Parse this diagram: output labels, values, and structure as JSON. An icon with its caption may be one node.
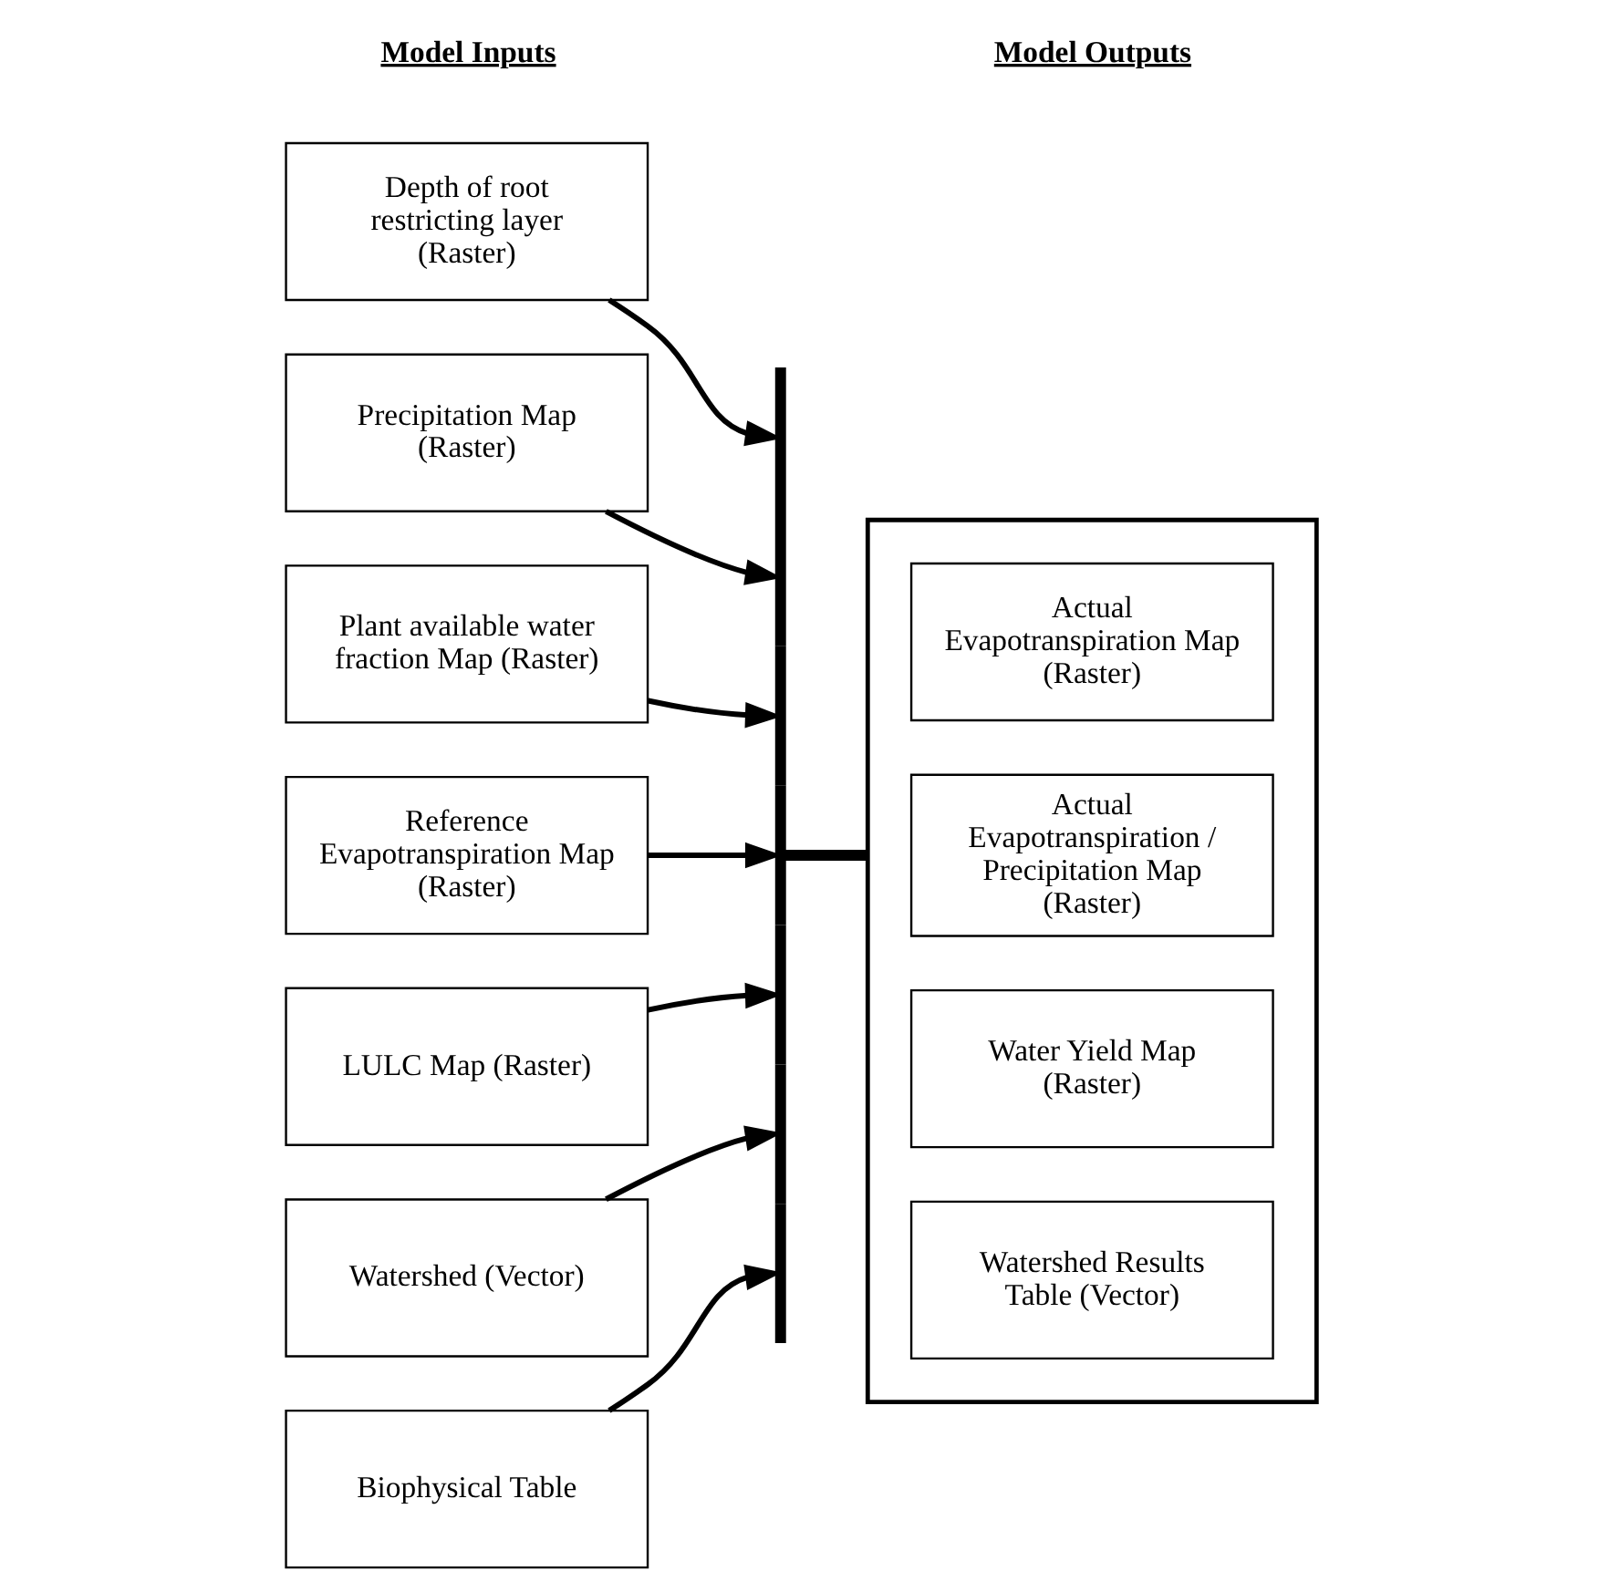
{
  "diagram": {
    "nodes": [
      {
        "text": [
          "Depth of root restricting layer (Raster)"
        ]
      },
      {
        "text": [
          "Precipitation Map (Raster)"
        ]
      },
      {
        "text": [
          "Plant available water fraction Map (Raster)"
        ]
      },
      {
        "text": [
          "Reference Evapotranspiration Map (Raster)"
        ]
      },
      {
        "text": [
          "LULC Map (Raster)"
        ]
      },
      {
        "text": [
          "Watershed (Vector)"
        ]
      },
      {
        "text": [
          "Biophysical Table"
        ]
      },
      {
        "text": [],
        "shape": "bar"
      },
      {
        "text": [],
        "shape": "box"
      },
      {
        "text": [
          "Actual Evapotranspiration Map (Raster)"
        ],
        "in": 8
      },
      {
        "text": [
          "Actual Evapotranspiration / Precipitation Map (Raster)"
        ],
        "in": 8
      },
      {
        "text": [
          "Water Yield Map (Raster)"
        ],
        "in": 8
      },
      {
        "text": [
          "Watershed Results Table (Vector)"
        ],
        "in": 8
      }
    ],
    "edges": [
      {
        "from": 0,
        "to": 7,
        "arrow": "to"
      },
      {
        "from": 1,
        "to": 7,
        "arrow": "to"
      },
      {
        "from": 2,
        "to": 7,
        "arrow": "to"
      },
      {
        "from": 3,
        "to": 7,
        "arrow": "to"
      },
      {
        "from": 4,
        "to": 7,
        "arrow": "to"
      },
      {
        "from": 5,
        "to": 7,
        "arrow": "to"
      },
      {
        "from": 6,
        "to": 7,
        "arrow": "to"
      },
      {
        "from": 7,
        "to": 8,
        "arrow": "none",
        "style": "thick"
      }
    ],
    "labels": [
      "Model Inputs",
      "Model Outputs"
    ]
  }
}
